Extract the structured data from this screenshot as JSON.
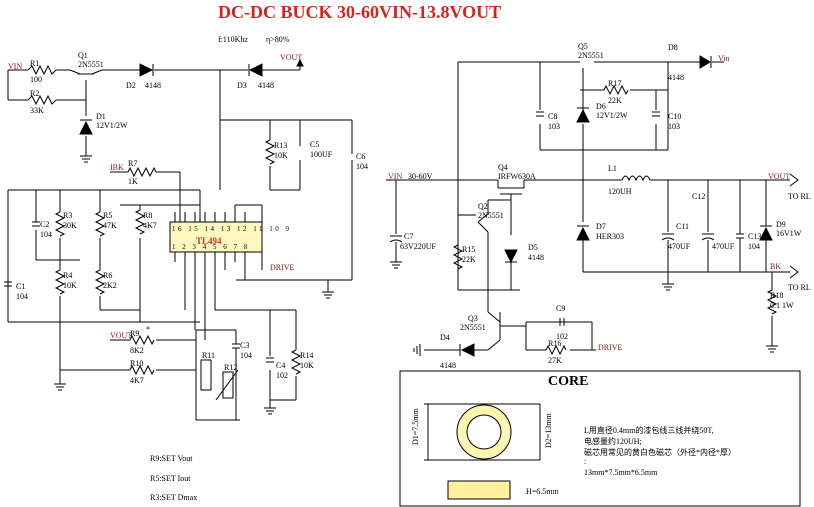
{
  "title": "DC-DC BUCK 30-60VIN-13.8VOUT",
  "specs": {
    "freq": "f:110Khz",
    "eff": "η>80%"
  },
  "nets": {
    "vin_left": "VIN",
    "vout_top": "VOUT",
    "vin_right": "Vin",
    "ibk": "IBK",
    "drive1": "DRIVE",
    "drive2": "DRIVE",
    "vout_left": "VOUT",
    "vin_input": "VIN",
    "vin_range": "30-60V",
    "vout_out": "VOUT",
    "to_rl_1": "TO RL",
    "to_rl_2": "TO RL",
    "bk_out": "BK"
  },
  "ic": {
    "name": "TL494",
    "top_pins": "16 15 14 13 12 11 10 9",
    "bottom_pins": "1 2 3 4 5 6 7 8"
  },
  "components": {
    "r1": {
      "ref": "R1",
      "value": "100"
    },
    "r2": {
      "ref": "R2",
      "value": "33K"
    },
    "q1": {
      "ref": "Q1",
      "value": "2N5551"
    },
    "d1": {
      "ref": "D1",
      "value": "12V1/2W"
    },
    "d2": {
      "ref": "D2",
      "value": "4148"
    },
    "d3": {
      "ref": "D3",
      "value": "4148"
    },
    "r7": {
      "ref": "R7",
      "value": "1K"
    },
    "r13": {
      "ref": "R13",
      "value": "10K"
    },
    "c5": {
      "ref": "C5",
      "value": "100UF"
    },
    "c6": {
      "ref": "C6",
      "value": "104"
    },
    "c2": {
      "ref": "C2",
      "value": "104"
    },
    "r3": {
      "ref": "R3",
      "value": "30K"
    },
    "r5": {
      "ref": "R5",
      "value": "47K"
    },
    "r8": {
      "ref": "R8",
      "value": "4K7"
    },
    "r4": {
      "ref": "R4",
      "value": "10K"
    },
    "r6": {
      "ref": "R6",
      "value": "2K2"
    },
    "c1": {
      "ref": "C1",
      "value": "104"
    },
    "r9": {
      "ref": "R9",
      "value": "8K2",
      "mark": "*"
    },
    "r10": {
      "ref": "R10",
      "value": "4K7"
    },
    "r11": {
      "ref": "R11",
      "value": ""
    },
    "r12": {
      "ref": "R12",
      "value": ""
    },
    "c3": {
      "ref": "C3",
      "value": "104"
    },
    "c4": {
      "ref": "C4",
      "value": "102"
    },
    "r14": {
      "ref": "R14",
      "value": "10K"
    },
    "q5": {
      "ref": "Q5",
      "value": "2N5551"
    },
    "d8": {
      "ref": "D8",
      "value": "4148"
    },
    "r17": {
      "ref": "R17",
      "value": "22K"
    },
    "d6": {
      "ref": "D6",
      "value": "12V1/2W"
    },
    "c8": {
      "ref": "C8",
      "value": "103"
    },
    "c10": {
      "ref": "C10",
      "value": "103"
    },
    "q4": {
      "ref": "Q4",
      "value": "IRFW630A"
    },
    "l1": {
      "ref": "L1",
      "value": "120UH"
    },
    "c7": {
      "ref": "C7",
      "value": "63V220UF"
    },
    "q2": {
      "ref": "Q2",
      "value": "2N5551"
    },
    "r15": {
      "ref": "R15",
      "value": "22K"
    },
    "d5": {
      "ref": "D5",
      "value": "4148"
    },
    "d7": {
      "ref": "D7",
      "value": "HER303"
    },
    "c11": {
      "ref": "C11",
      "value": "470UF"
    },
    "c12": {
      "ref": "C12",
      "value": "470UF"
    },
    "c13": {
      "ref": "C13",
      "value": "104"
    },
    "d9": {
      "ref": "D9",
      "value": "16V1W"
    },
    "r18": {
      "ref": "R18",
      "value": "0.1 1W"
    },
    "q3": {
      "ref": "Q3",
      "value": "2N5551"
    },
    "d4": {
      "ref": "D4",
      "value": "4148"
    },
    "c9": {
      "ref": "C9",
      "value": "102"
    },
    "r16": {
      "ref": "R16",
      "value": "27K"
    }
  },
  "notes": {
    "r9": "R9:SET Vout",
    "r5": "R5:SET Iout",
    "r3": "R3:SET Dmax"
  },
  "core": {
    "title": "CORE",
    "d1": "D1=7.5mm",
    "d2": "D2=13mm",
    "h": "H=6.5mm",
    "desc1": "L用直径0.4mm的漆包线三线并绕50T,",
    "desc2": "电感量约120UH;",
    "desc3": "磁芯用常见的黄白色磁芯（外径*内径*厚）",
    "desc4": ":",
    "desc5": "13mm*7.5mm*6.5mm"
  },
  "colors": {
    "title": "#d9231a",
    "ic_fill": "#fff7c0",
    "swatch": "#fff0a0"
  }
}
